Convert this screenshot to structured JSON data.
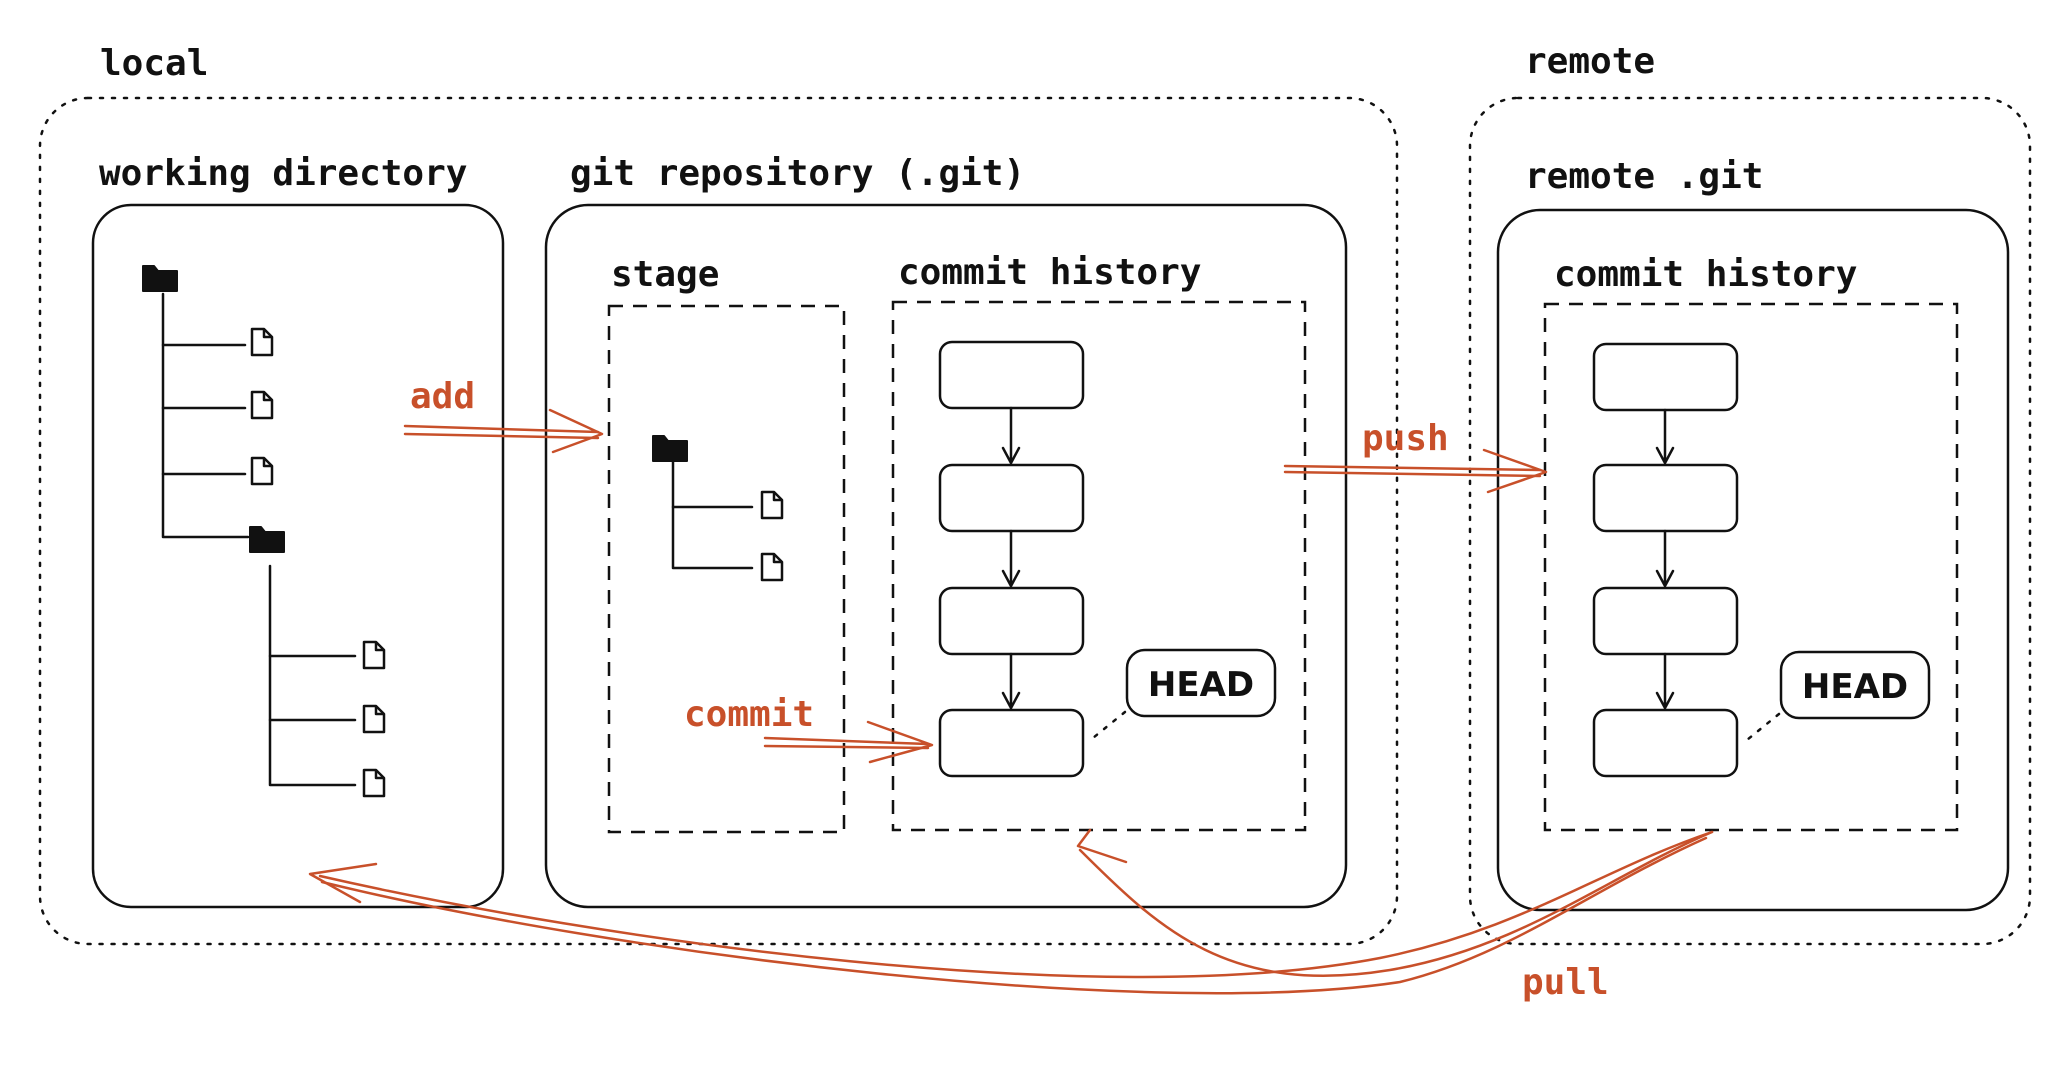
{
  "labels": {
    "local": "local",
    "remote": "remote",
    "working_directory": "working directory",
    "git_repository": "git repository (.git)",
    "stage": "stage",
    "commit_history_local": "commit history",
    "remote_git": "remote .git",
    "commit_history_remote": "commit history",
    "head_local": "HEAD",
    "head_remote": "HEAD"
  },
  "actions": {
    "add": "add",
    "commit": "commit",
    "push": "push",
    "pull": "pull"
  },
  "colors": {
    "ink": "#111111",
    "accent": "#c8502a"
  },
  "icons": [
    "folder-icon",
    "file-icon"
  ]
}
